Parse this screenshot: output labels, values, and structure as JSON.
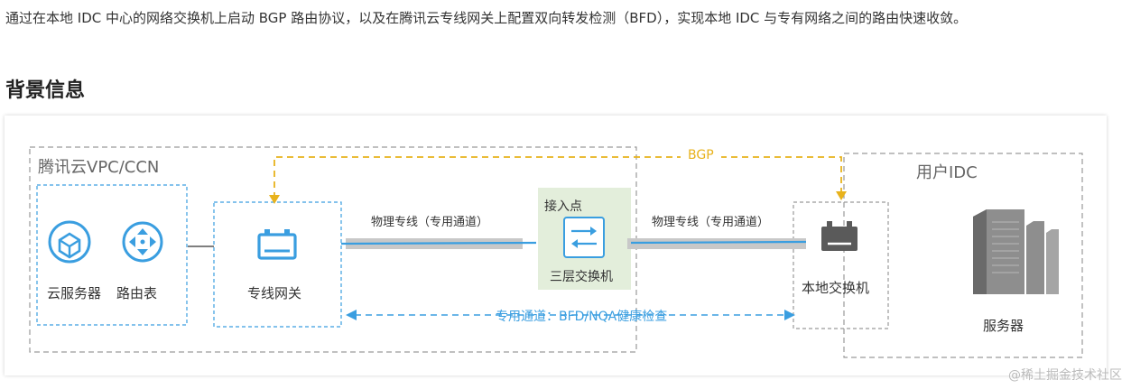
{
  "intro_text": "通过在本地 IDC 中心的网络交换机上启动 BGP 路由协议，以及在腾讯云专线网关上配置双向转发检测（BFD），实现本地 IDC 与专有网络之间的路由快速收敛。",
  "section_heading": "背景信息",
  "diagram": {
    "vpc_group_title": "腾讯云VPC/CCN",
    "idc_group_title": "用户IDC",
    "cloud_server_label": "云服务器",
    "route_table_label": "路由表",
    "gateway_label": "专线网关",
    "access_point_label": "接入点",
    "l3_switch_label": "三层交换机",
    "local_switch_label": "本地交换机",
    "server_label": "服务器",
    "line_left_label": "物理专线（专用通道）",
    "line_right_label": "物理专线（专用通道）",
    "bgp_label": "BGP",
    "bfd_label": "专用通道：BFD/NQA健康检查",
    "colors": {
      "blue": "#3a9ee0",
      "gold": "#e8b21c",
      "gray_dash": "#9a9a9a",
      "access_bg": "#e3eedb"
    },
    "icons": [
      "cloud-server-icon",
      "router-icon",
      "gateway-icon",
      "switch-arrows-icon",
      "local-switch-icon",
      "server-tower-icon"
    ]
  },
  "watermark": "@稀土掘金技术社区"
}
